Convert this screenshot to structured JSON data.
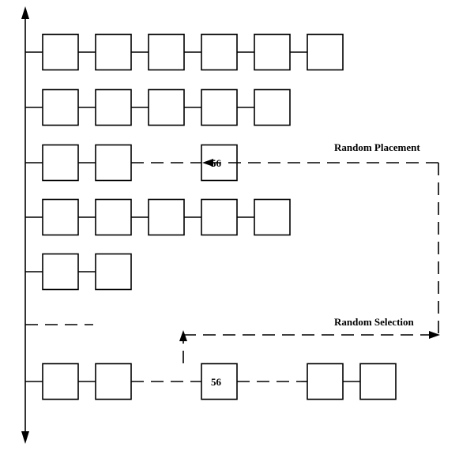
{
  "annotations": {
    "placement_label": "Random Placement",
    "selection_label": "Random Selection"
  },
  "rows": [
    {
      "cells": [
        "",
        "",
        "",
        "",
        "",
        ""
      ]
    },
    {
      "cells": [
        "",
        "",
        "",
        "",
        ""
      ]
    },
    {
      "cells": [
        "",
        "",
        null,
        "56"
      ]
    },
    {
      "cells": [
        "",
        "",
        "",
        "",
        ""
      ]
    },
    {
      "cells": [
        "",
        ""
      ]
    },
    {
      "cells": []
    },
    {
      "cells": [
        "",
        "",
        null,
        "56",
        null,
        "",
        ""
      ]
    }
  ],
  "colors": {
    "line": "#000000",
    "background": "#ffffff"
  }
}
